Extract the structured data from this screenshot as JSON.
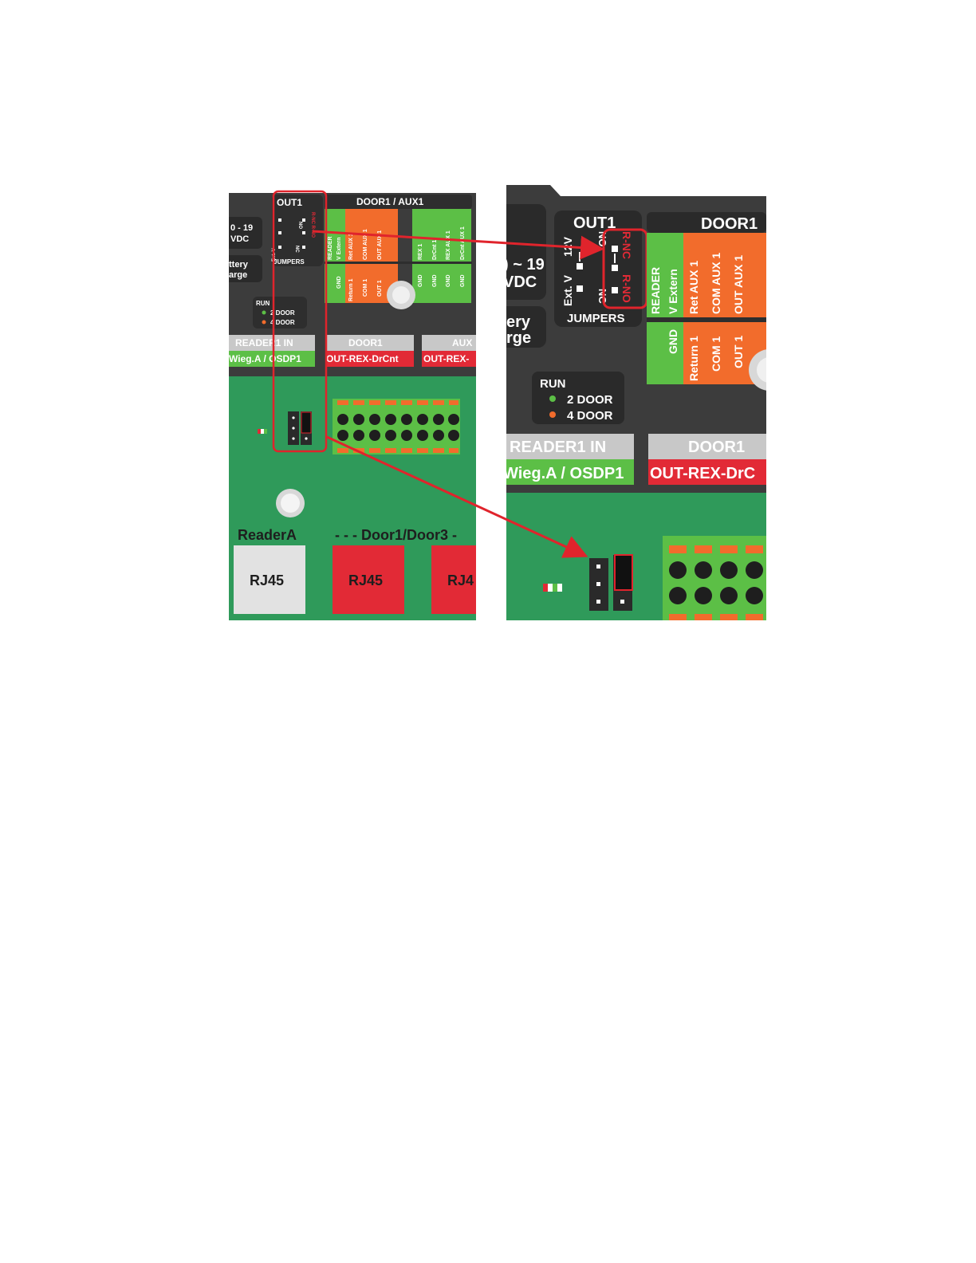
{
  "left": {
    "out1_title": "OUT1",
    "door_aux_title": "DOOR1 / AUX1",
    "vdc_line1": "0 - 19",
    "vdc_line2": "VDC",
    "battery_line1": "ttery",
    "battery_line2": "arge",
    "jumpers": "JUMPERS",
    "out1_no": "NO",
    "out1_nc": "NC",
    "out1_labels_red": "R-NC R-NO",
    "ext_v": "Ext. V",
    "v12": "12V",
    "run": "RUN",
    "door2": "2 DOOR",
    "door4": "4 DOOR",
    "terminals_top": [
      "READER",
      "V Extern",
      "Ret AUX 1",
      "COM AUX 1",
      "OUT AUX 1",
      "",
      "REX 1",
      "DrCnt 1",
      "REX AUX 1",
      "DrCnt AUX 1"
    ],
    "terminals_bottom": [
      "GND",
      "Return 1",
      "COM 1",
      "OUT 1",
      "",
      "GND",
      "GND",
      "GND",
      "GND"
    ],
    "reader1_in": "READER1 IN",
    "wieg": "Wieg.A / OSDP1",
    "door1": "DOOR1",
    "out_rex": "OUT-REX-DrCnt",
    "aux": "AUX",
    "out_rex_aux": "OUT-REX-",
    "reader_a": "ReaderA",
    "door13": "- - - Door1/Door3 -",
    "rj45_1": "RJ45",
    "rj45_2": "RJ45",
    "rj45_3": "RJ4"
  },
  "right": {
    "out1_title": "OUT1",
    "door1_title": "DOOR1",
    "vdc_line1": ") ~ 19",
    "vdc_line2": "VDC",
    "battery_line1": "ery",
    "battery_line2": "rge",
    "ext_v": "Ext. V",
    "v12": "12V",
    "no": "NO",
    "nc": "NC",
    "rnc": "R-NC",
    "rno": "R-NO",
    "jumpers": "JUMPERS",
    "reader_col": [
      "READER",
      "V Extern"
    ],
    "gnd": "GND",
    "orange_top": [
      "Ret AUX 1",
      "COM AUX 1",
      "OUT AUX 1"
    ],
    "orange_bottom": [
      "Return 1",
      "COM 1",
      "OUT 1"
    ],
    "run": "RUN",
    "door2": "2 DOOR",
    "door4": "4 DOOR",
    "reader1_in": "READER1 IN",
    "wieg": "Wieg.A / OSDP1",
    "door1": "DOOR1",
    "out_rex": "OUT-REX-DrC"
  },
  "colors": {
    "board_dark": "#3c3c3c",
    "board_green": "#2f9a5a",
    "terminal_green": "#5cbf46",
    "terminal_orange": "#f26c2c",
    "label_red": "#e22a36",
    "label_grey": "#c8c8c8",
    "highlight_red": "#e0242c"
  }
}
